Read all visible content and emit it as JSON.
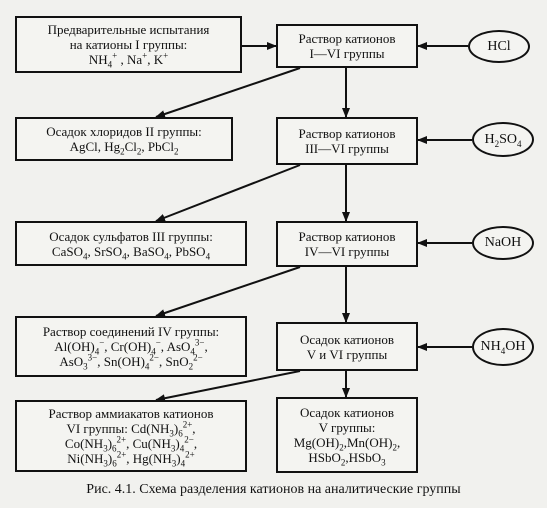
{
  "nodes": {
    "prelim": {
      "lines": [
        "Предварительные испытания",
        "на катионы I группы:",
        "NH<sub>4</sub><sup>+</sup> , Na<sup>+</sup>, K<sup>+</sup>"
      ]
    },
    "sol1": {
      "lines": [
        "Раствор катионов",
        "I—VI группы"
      ]
    },
    "hcl": {
      "text": "HCl"
    },
    "ppt2": {
      "lines": [
        "Осадок хлоридов II группы:",
        "AgCl, Hg<sub>2</sub>Cl<sub>2</sub>, PbCl<sub>2</sub>"
      ]
    },
    "sol3": {
      "lines": [
        "Раствор катионов",
        "III—VI группы"
      ]
    },
    "h2so4": {
      "text": "H<sub>2</sub>SO<sub>4</sub>"
    },
    "ppt3": {
      "lines": [
        "Осадок сульфатов III группы:",
        "CaSO<sub>4</sub>, SrSO<sub>4</sub>, BaSO<sub>4</sub>, PbSO<sub>4</sub>"
      ]
    },
    "sol4": {
      "lines": [
        "Раствор катионов",
        "IV—VI группы"
      ]
    },
    "naoh": {
      "text": "NaOH"
    },
    "sol_iv": {
      "lines": [
        "Раствор соединений IV группы:",
        "Al(OH)<sub>4</sub><sup>−</sup>, Cr(OH)<sub>4</sub><sup>−</sup>, AsO<sub>4</sub><sup>3−</sup>,",
        "AsO<sub>3</sub><sup>3−</sup>, Sn(OH)<sub>4</sub><sup>2−</sup>, SnO<sub>2</sub><sup>2−</sup>"
      ]
    },
    "ppt56": {
      "lines": [
        "Осадок катионов",
        "V и VI группы"
      ]
    },
    "nh4oh": {
      "text": "NH<sub>4</sub>OH"
    },
    "ammine": {
      "lines": [
        "Раствор аммиакатов катионов",
        "VI группы: Cd(NH<sub>3</sub>)<sub>6</sub><sup>2+</sup>,",
        "Co(NH<sub>3</sub>)<sub>6</sub><sup>2+</sup>, Cu(NH<sub>3</sub>)<sub>4</sub><sup>2−</sup>,",
        "Ni(NH<sub>3</sub>)<sub>6</sub><sup>2+</sup>, Hg(NH<sub>3</sub>)<sub>4</sub><sup>2+</sup>"
      ]
    },
    "ppt5": {
      "lines": [
        "Осадок катионов",
        "V группы:",
        "Mg(OH)<sub>2</sub>,Mn(OH)<sub>2</sub>,",
        "HSbO<sub>2</sub>,HSbO<sub>3</sub>"
      ]
    }
  },
  "caption": "Рис. 4.1. Схема разделения катионов на аналитические группы"
}
